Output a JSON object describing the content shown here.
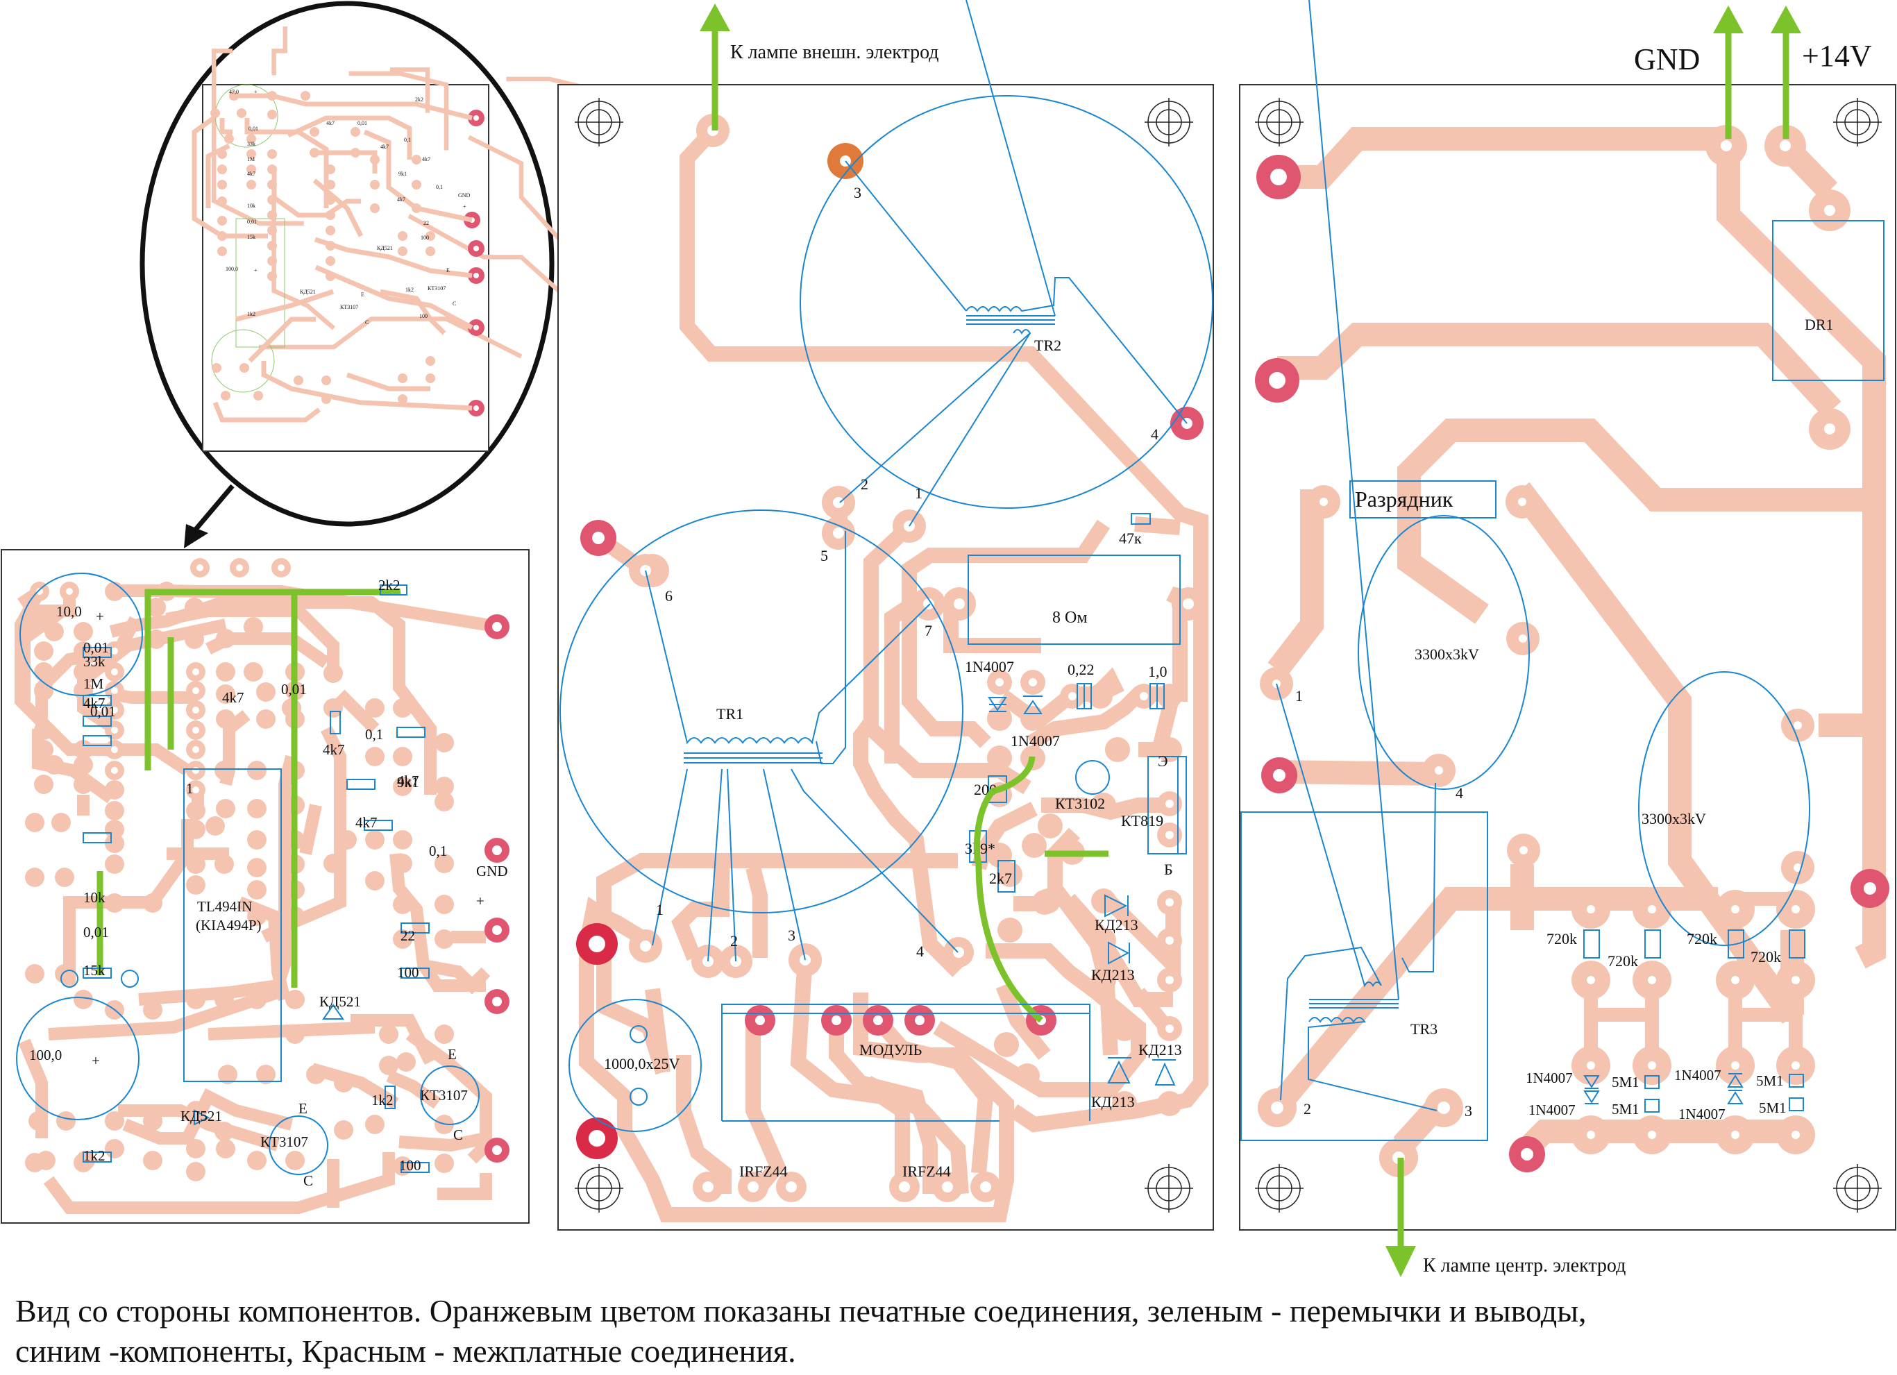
{
  "caption": {
    "line1": "Вид со стороны компонентов. Оранжевым цветом показаны печатные соединения, зеленым - перемычки и выводы,",
    "line2": "синим -компоненты, Красным - межплатные соединения."
  },
  "colors": {
    "trace": "#f4c4b0",
    "interboard_pad": "#e05570",
    "component_outline": "#1a86d0",
    "jumper": "#7cc22a",
    "highlight_pad": "#e07a3a"
  },
  "inset_board": {
    "labels": [
      "47,0",
      "+",
      "2k2",
      "0,01",
      "4k7",
      "0,01",
      "33k",
      "1M",
      "4k7",
      "0,1",
      "4k7",
      "4k7",
      "9k1",
      "0,1",
      "GND",
      "+",
      "10k",
      "0,01",
      "15k",
      "4k7",
      "22",
      "100",
      "КД521",
      "100,0",
      "+",
      "КД521",
      "E",
      "КТ3107",
      "1k2",
      "E",
      "КТ3107",
      "C",
      "1k2",
      "C",
      "100"
    ]
  },
  "left_board": {
    "cap1": {
      "value": "10,0",
      "polarity": "+"
    },
    "cap2": {
      "value": "100,0",
      "polarity": "+"
    },
    "ic": {
      "name": "TL494IN",
      "alt": "(KIA494P)",
      "pin1": "1"
    },
    "resistors": [
      "2k2",
      "33k",
      "1M",
      "4k7",
      "10k",
      "15k",
      "4k7",
      "4k7",
      "9k1",
      "4k7",
      "22",
      "100",
      "1k2",
      "1k2",
      "100"
    ],
    "capacitors": [
      "0,01",
      "0,01",
      "0,01",
      "0,1",
      "0,1"
    ],
    "diodes": [
      "КД521",
      "КД521"
    ],
    "transistors": [
      {
        "name": "КТ3107",
        "e": "E",
        "c": "C"
      },
      {
        "name": "КТ3107",
        "e": "E",
        "c": "C"
      }
    ],
    "gnd_label": "GND",
    "plus_label": "+"
  },
  "middle_board": {
    "top_arrow_label": "К лампе внешн. электрод",
    "tr2": {
      "name": "TR2",
      "pins": [
        "3",
        "4",
        "2",
        "1"
      ]
    },
    "tr1": {
      "name": "TR1",
      "pins": [
        "6",
        "5",
        "7",
        "1",
        "2",
        "3",
        "4"
      ]
    },
    "resistor_47k": "47к",
    "resistor_8ohm": "8 Ом",
    "diode_1n4007_a": "1N4007",
    "diode_1n4007_b": "1N4007",
    "cap_022": "0,22",
    "cap_10": "1,0",
    "r200": "200",
    "r3k9": "3k9*",
    "r2k7": "2k7",
    "kt3102": "КТ3102",
    "kt819": {
      "name": "КТ819",
      "e": "Э",
      "b": "Б"
    },
    "kd213": [
      "КД213",
      "КД213",
      "КД213",
      "КД213"
    ],
    "cap_big": "1000,0x25V",
    "module": "МОДУЛЬ",
    "mosfets": [
      "IRFZ44",
      "IRFZ44"
    ]
  },
  "right_board": {
    "gnd_label": "GND",
    "vplus_label": "+14V",
    "dr1": "DR1",
    "spark_gap": "Разрядник",
    "caps": [
      "3300x3kV",
      "3300x3kV"
    ],
    "tr3": {
      "name": "TR3",
      "pins": [
        "1",
        "4",
        "2",
        "3"
      ]
    },
    "resistors": [
      "720k",
      "720k",
      "720k",
      "720k"
    ],
    "diodes": [
      "1N4007",
      "1N4007",
      "1N4007",
      "1N4007"
    ],
    "hv_res": [
      "5M1",
      "5M1",
      "5M1",
      "5M1"
    ],
    "bottom_arrow_label": "К лампе центр. электрод"
  }
}
